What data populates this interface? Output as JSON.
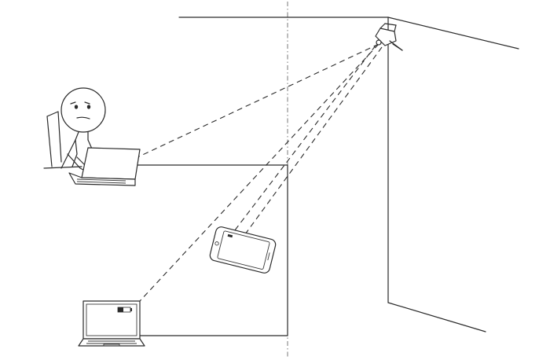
{
  "scene": {
    "elements": [
      "room-walls",
      "projector",
      "person",
      "laptop-on-table",
      "smartphone",
      "laptop-on-floor",
      "projection-beams"
    ],
    "line_color": "#2a2a2a",
    "background": "#ffffff",
    "beam_style": "dashed"
  }
}
